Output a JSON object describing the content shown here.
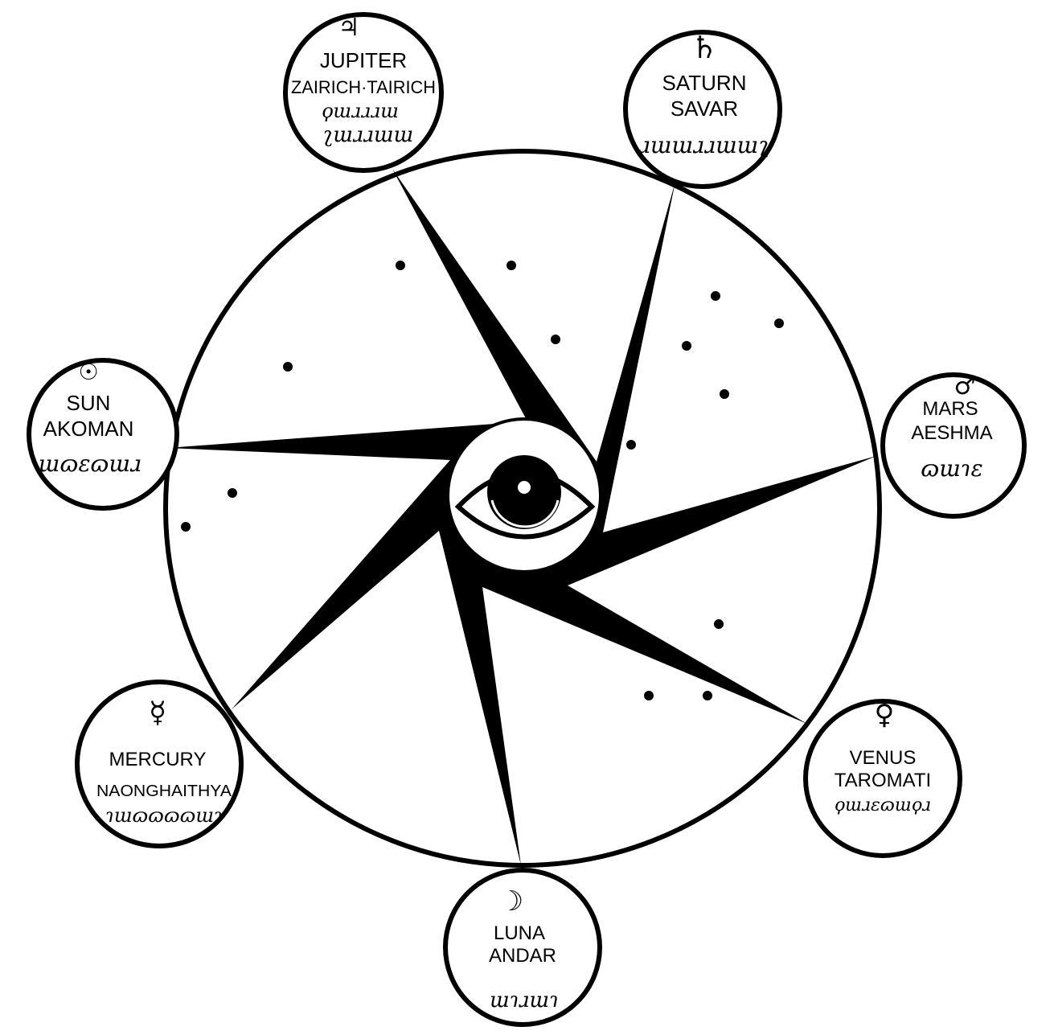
{
  "planets": [
    {
      "id": "jupiter",
      "symbol": "♃",
      "symbol_icon": "jupiter-symbol-icon",
      "name": "JUPITER",
      "alias": "ZAIRICH·TAIRICH",
      "script_lines": [
        "ϙɯɹɹɹɯ",
        "ʅɯɹɹɯɯ"
      ]
    },
    {
      "id": "saturn",
      "symbol": "♄",
      "symbol_icon": "saturn-symbol-icon",
      "name": "SATURN",
      "alias": "SAVAR",
      "script_lines": [
        "ɹɯɯɹɹɯɯʅ"
      ]
    },
    {
      "id": "sun",
      "symbol": "☉",
      "symbol_icon": "sun-symbol-icon",
      "name": "SUN",
      "alias": "AKOMAN",
      "script_lines": [
        "ɯɷɛɷɯɹ"
      ]
    },
    {
      "id": "mars",
      "symbol": "♂",
      "symbol_icon": "mars-symbol-icon",
      "name": "MARS",
      "alias": "AESHMA",
      "script_lines": [
        "ɷɯɿɛ"
      ]
    },
    {
      "id": "mercury",
      "symbol": "☿",
      "symbol_icon": "mercury-symbol-icon",
      "name": "MERCURY",
      "alias": "NAONGHAITHYA",
      "script_lines": [
        "ɿɯɷɷɷɷɯɿ"
      ]
    },
    {
      "id": "venus",
      "symbol": "♀",
      "symbol_icon": "venus-symbol-icon",
      "name": "VENUS",
      "alias": "TAROMATI",
      "script_lines": [
        "ϙɯɹɛɷɯϙɹ"
      ]
    },
    {
      "id": "luna",
      "symbol": "☽",
      "symbol_icon": "moon-symbol-icon",
      "name": "LUNA",
      "alias": "ANDAR",
      "script_lines": [
        "ɯɿɹɯɿ"
      ]
    }
  ],
  "colors": {
    "ink": "#000000",
    "paper": "#ffffff"
  },
  "center_icon": "eye-icon"
}
